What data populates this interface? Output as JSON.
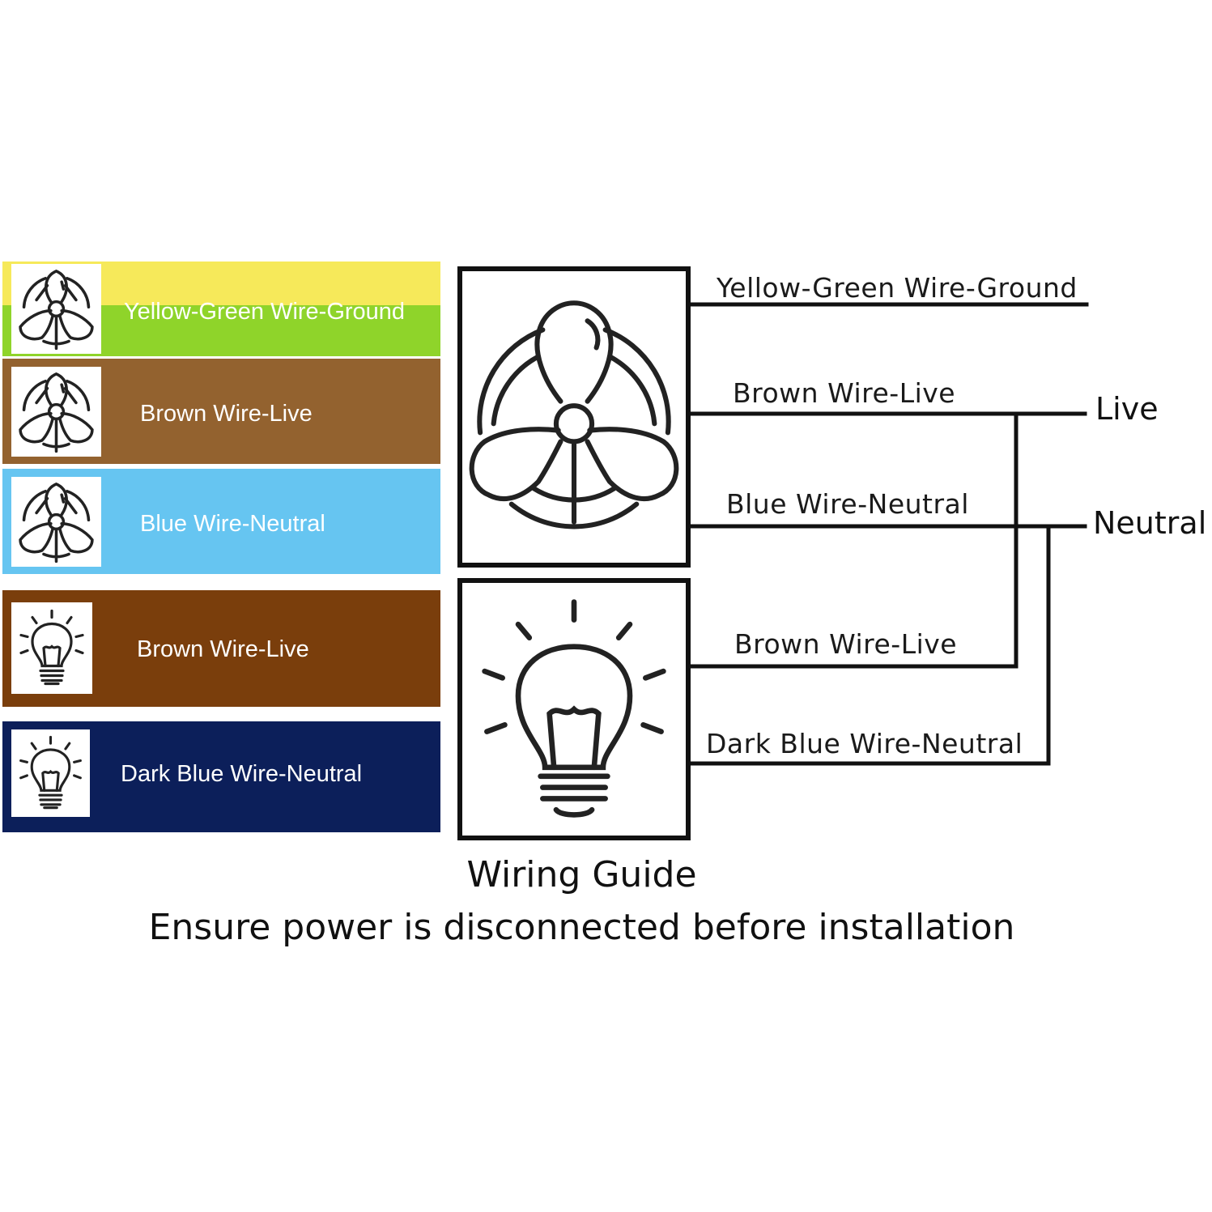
{
  "legend": [
    {
      "label": "Yellow-Green Wire-Ground",
      "icon": "fan-icon",
      "colors": [
        "#f6e95a",
        "#8fd42a"
      ]
    },
    {
      "label": "Brown Wire-Live",
      "icon": "fan-icon",
      "colors": [
        "#93622f"
      ]
    },
    {
      "label": "Blue Wire-Neutral",
      "icon": "fan-icon",
      "colors": [
        "#66c5f1"
      ]
    },
    {
      "label": "Brown Wire-Live",
      "icon": "bulb-icon",
      "colors": [
        "#7a3e0c"
      ]
    },
    {
      "label": "Dark Blue Wire-Neutral",
      "icon": "bulb-icon",
      "colors": [
        "#0c1f5a"
      ]
    }
  ],
  "diagram": {
    "fan_wires": {
      "ground": "Yellow-Green Wire-Ground",
      "live": "Brown Wire-Live",
      "neutral": "Blue Wire-Neutral"
    },
    "bulb_wires": {
      "live": "Brown Wire-Live",
      "neutral": "Dark Blue Wire-Neutral"
    },
    "terminals": {
      "live": "Live",
      "neutral": "Neutral"
    }
  },
  "caption": {
    "title": "Wiring Guide",
    "warning": "Ensure power is disconnected before installation"
  }
}
